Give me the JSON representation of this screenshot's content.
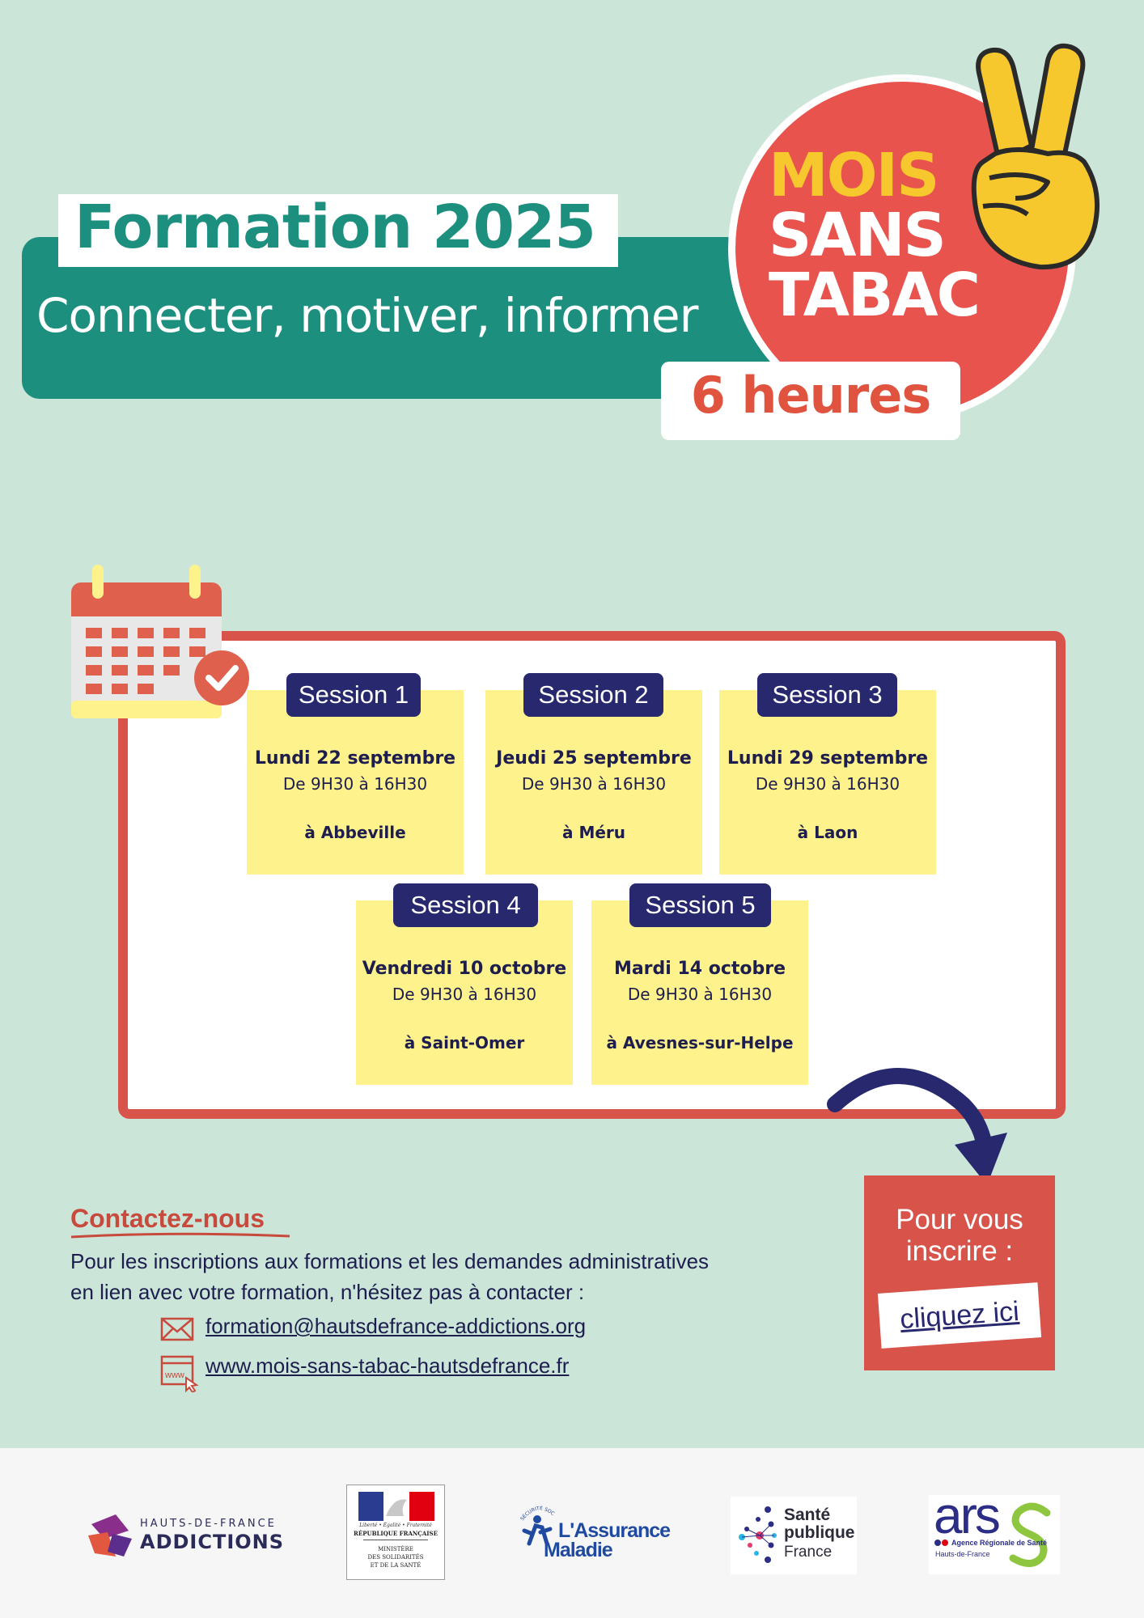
{
  "header": {
    "title": "Formation 2025",
    "subtitle": "Connecter, motiver, informer",
    "duration": "6 heures",
    "badge": {
      "line1": "MOIS",
      "line2": "SANS",
      "line3": "TABAC"
    }
  },
  "sessions": [
    {
      "label": "Session 1",
      "date": "Lundi 22 septembre",
      "time": "De 9H30 à 16H30",
      "place": "à Abbeville"
    },
    {
      "label": "Session 2",
      "date": "Jeudi 25 septembre",
      "time": "De 9H30 à 16H30",
      "place": "à Méru"
    },
    {
      "label": "Session 3",
      "date": "Lundi 29 septembre",
      "time": "De 9H30 à 16H30",
      "place": "à Laon"
    },
    {
      "label": "Session 4",
      "date": "Vendredi 10 octobre",
      "time": "De 9H30 à 16H30",
      "place": "à Saint-Omer"
    },
    {
      "label": "Session 5",
      "date": "Mardi 14 octobre",
      "time": "De 9H30 à 16H30",
      "place": "à Avesnes-sur-Helpe"
    }
  ],
  "contact": {
    "title": "Contactez-nous",
    "line1": "Pour les inscriptions aux formations et les demandes administratives",
    "line2": "en lien avec votre formation, n'hésitez pas à contacter :",
    "email": "formation@hautsdefrance-addictions.org",
    "website": "www.mois-sans-tabac-hautsdefrance.fr",
    "www_icon_text": "www"
  },
  "cta": {
    "text_line1": "Pour vous",
    "text_line2": "inscrire :",
    "button": "cliquez ici"
  },
  "footer_logos": {
    "hdf": {
      "line1": "HAUTS-DE-FRANCE",
      "line2": "ADDICTIONS"
    },
    "ministere": {
      "line1": "Liberté • Égalité • Fraternité",
      "line2": "RÉPUBLIQUE FRANÇAISE",
      "line3": "MINISTÈRE",
      "line4": "DES SOLIDARITÉS",
      "line5": "ET DE LA SANTÉ"
    },
    "assurance": {
      "line1": "L'Assurance",
      "line2": "Maladie",
      "arc": "SÉCURITÉ SOCIALE"
    },
    "spf": {
      "line1": "Santé",
      "line2": "publique",
      "line3": "France"
    },
    "ars": {
      "mark": "ars",
      "line1": "Agence Régionale de Santé",
      "line2": "Hauts-de-France"
    }
  },
  "colors": {
    "background": "#cbe6d9",
    "teal": "#1c8f7f",
    "red": "#d8534a",
    "navy": "#27286e",
    "note_yellow": "#fdf28c",
    "mois_yellow": "#f7c72e"
  }
}
